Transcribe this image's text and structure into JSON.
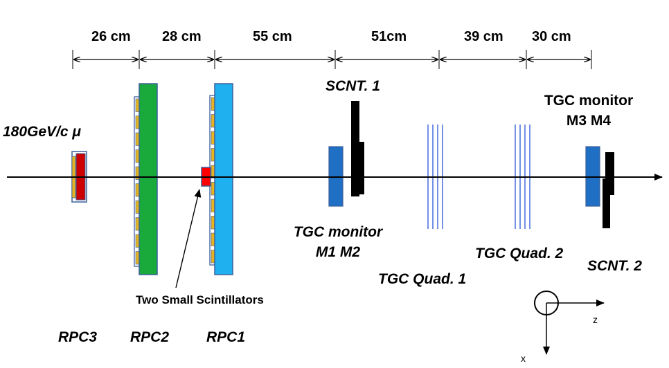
{
  "dimensions": {
    "segments": [
      "26 cm",
      "28 cm",
      "55 cm",
      "51cm",
      "39 cm",
      "30 cm"
    ]
  },
  "beam": {
    "label": "180GeV/c μ"
  },
  "labels": {
    "scnt1": "SCNT. 1",
    "scnt2": "SCNT. 2",
    "tgc_monitor_m1m2_line1": "TGC monitor",
    "tgc_monitor_m1m2_line2": "M1 M2",
    "tgc_monitor_m3m4_line1": "TGC monitor",
    "tgc_monitor_m3m4_line2": "M3 M4",
    "tgc_quad1": "TGC Quad. 1",
    "tgc_quad2": "TGC Quad. 2",
    "small_scint": "Two Small Scintillators",
    "rpc3": "RPC3",
    "rpc2": "RPC2",
    "rpc1": "RPC1"
  },
  "axes": {
    "z": "z",
    "x": "x"
  },
  "colors": {
    "rpc_red": "#cc0000",
    "rpc_green": "#1aaa3c",
    "rpc_cyan": "#1fb0f0",
    "tgc_monitor_blue": "#1f6fc4",
    "outline_blue": "#3b5f9a",
    "scintillator_red": "#ff0000",
    "quad_lines": "#2a55d8",
    "strip_yellow": "#e6b422",
    "scintillator_black": "#000000"
  }
}
